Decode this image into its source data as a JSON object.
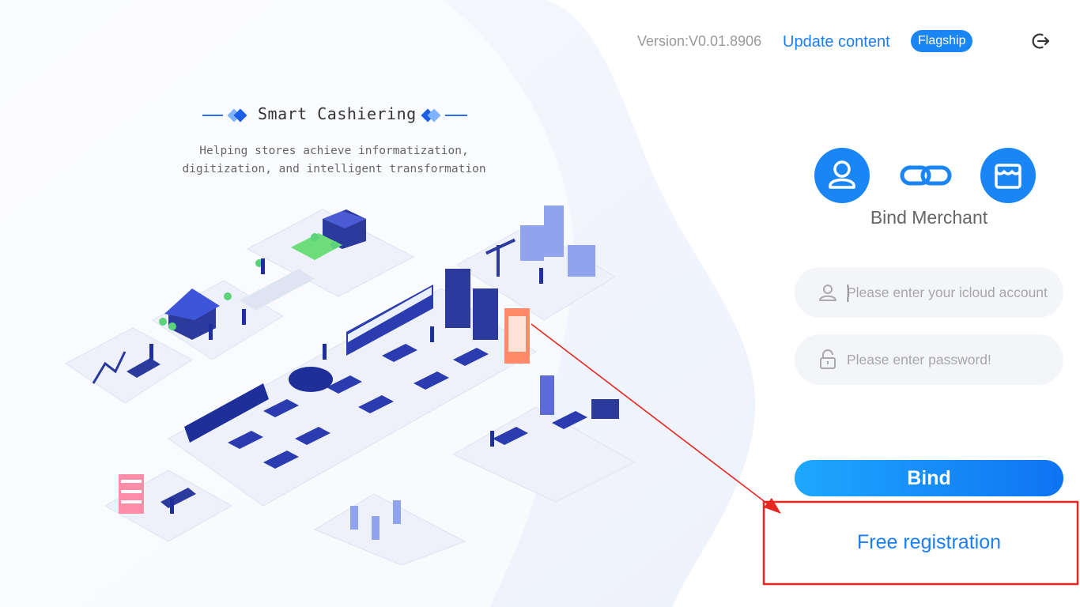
{
  "header": {
    "version": "Version:V0.01.8906",
    "update_link": "Update content",
    "badge": "Flagship",
    "logout_icon": "logout-icon"
  },
  "hero": {
    "title": "Smart Cashiering",
    "subtitle_line1": "Helping stores achieve informatization,",
    "subtitle_line2": "digitization, and intelligent transformation",
    "illustration": "isometric-smart-store-illustration"
  },
  "bind_panel": {
    "title": "Bind Merchant",
    "icons": [
      "user-icon",
      "link-icon",
      "store-icon"
    ],
    "account_placeholder": "Please enter your icloud account",
    "password_placeholder": "Please enter password!",
    "bind_button": "Bind",
    "free_registration": "Free registration"
  },
  "colors": {
    "accent": "#1a86f5",
    "link": "#1a7ef5",
    "annotation": "#e8261f",
    "field_bg": "#f3f5f9"
  }
}
